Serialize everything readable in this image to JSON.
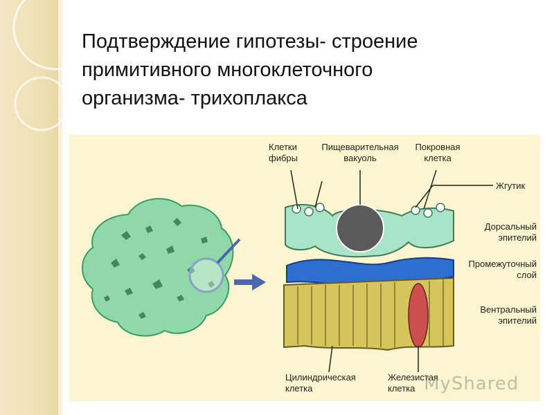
{
  "slide": {
    "title_line1": "Подтверждение гипотезы- строение",
    "title_line2": "примитивного многоклеточного",
    "title_line3": "организма- трихоплакса"
  },
  "labels": {
    "fiber_cells_l1": "Клетки",
    "fiber_cells_l2": "фибры",
    "digestive_vacuole_l1": "Пищеварительная",
    "digestive_vacuole_l2": "вакуоль",
    "cover_cell_l1": "Покровная",
    "cover_cell_l2": "клетка",
    "flagellum": "Жгутик",
    "dorsal_l1": "Дорсальный",
    "dorsal_l2": "эпителий",
    "intermediate_l1": "Промежуточный",
    "intermediate_l2": "слой",
    "ventral_l1": "Вентральный",
    "ventral_l2": "эпителий",
    "cylindrical_l1": "Цилиндрическая",
    "cylindrical_l2": "клетка",
    "glandular_l1": "Железистая",
    "glandular_l2": "клетка"
  },
  "watermark": "MyShared",
  "colors": {
    "organism_fill": "#8fd9a8",
    "dorsal_fill": "#a9e3c8",
    "intermediate_fill": "#2d6fd0",
    "ventral_fill": "#d6c55a",
    "gland_fill": "#c9504f",
    "vacuole_fill": "#5a5a5a"
  }
}
